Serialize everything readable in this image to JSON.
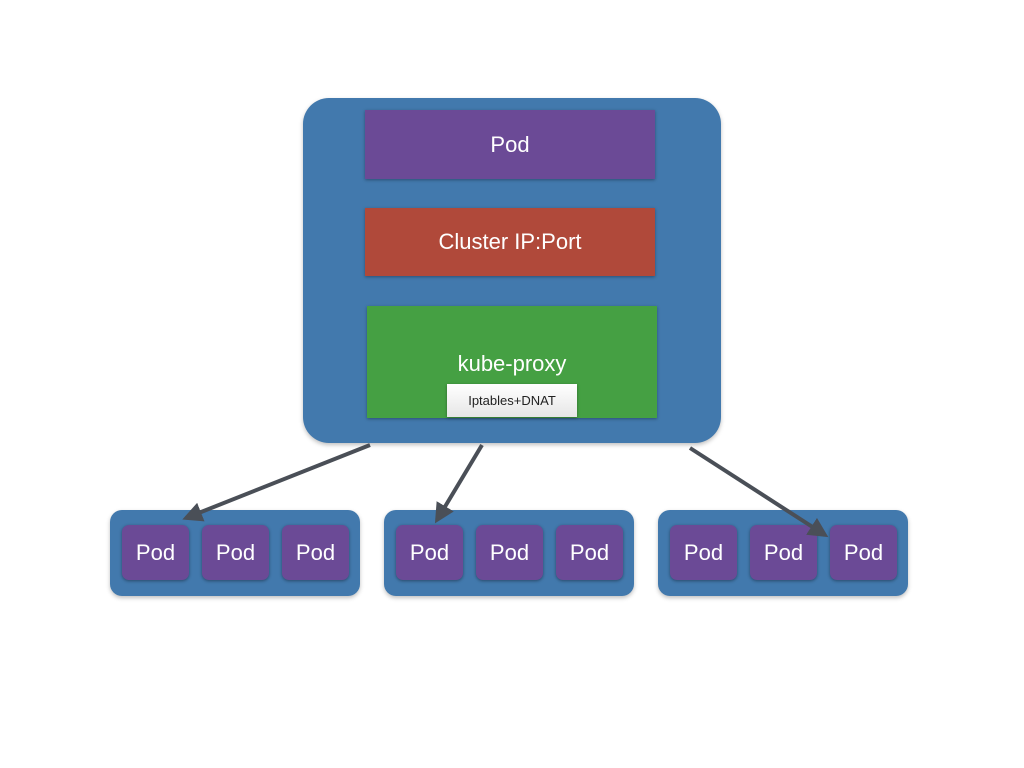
{
  "colors": {
    "node_blue": "#4279ad",
    "pod_purple": "#6b4a96",
    "cluster_red": "#b0493a",
    "proxy_green": "#45a043",
    "arrow_gray": "#4a4f57"
  },
  "node": {
    "pod_label": "Pod",
    "cluster_ip_label": "Cluster IP:Port",
    "kube_proxy_label": "kube-proxy",
    "iptables_label": "Iptables+DNAT"
  },
  "groups": [
    {
      "pods": [
        "Pod",
        "Pod",
        "Pod"
      ]
    },
    {
      "pods": [
        "Pod",
        "Pod",
        "Pod"
      ]
    },
    {
      "pods": [
        "Pod",
        "Pod",
        "Pod"
      ]
    }
  ]
}
